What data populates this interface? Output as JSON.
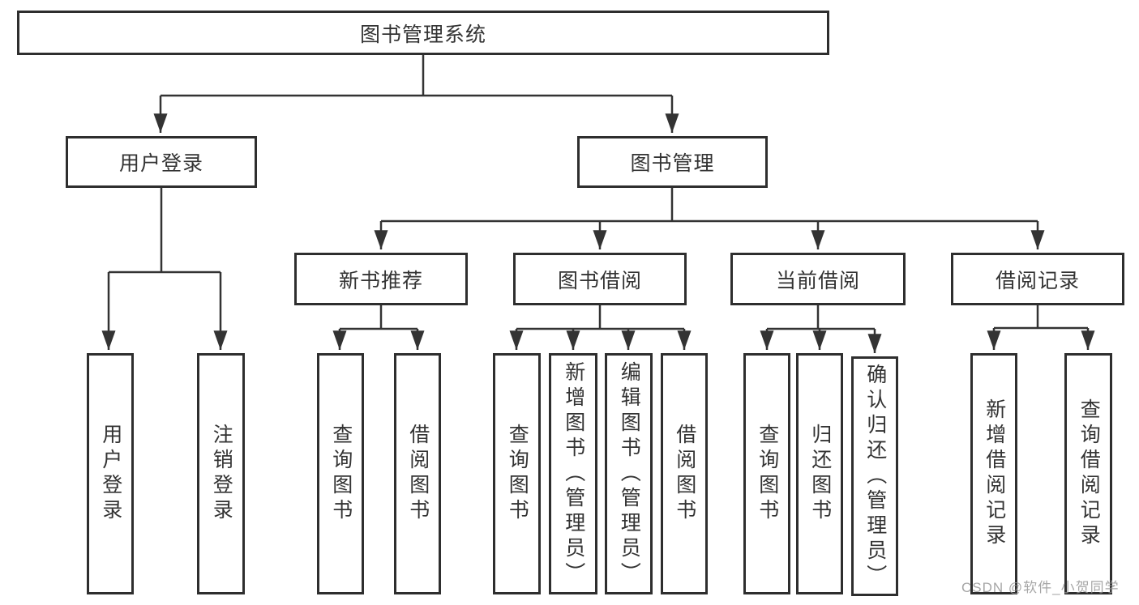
{
  "nodes": {
    "root": "图书管理系统",
    "l2": [
      "用户登录",
      "图书管理"
    ],
    "l3": [
      "新书推荐",
      "图书借阅",
      "当前借阅",
      "借阅记录"
    ],
    "l4": {
      "user": [
        "用户登录",
        "注销登录"
      ],
      "recommend": [
        "查询图书",
        "借阅图书"
      ],
      "borrow": [
        "查询图书",
        "新增图书（管理员）",
        "编辑图书（管理员）",
        "借阅图书"
      ],
      "current": [
        "查询图书",
        "归还图书",
        "确认归还（管理员）"
      ],
      "records": [
        "新增借阅记录",
        "查询借阅记录"
      ]
    }
  },
  "watermark": "CSDN @软件_小贺同学",
  "colors": {
    "line": "#333333",
    "box_border": "#2e2e2e",
    "text": "#333333",
    "watermark": "#969696",
    "background": "#ffffff"
  }
}
